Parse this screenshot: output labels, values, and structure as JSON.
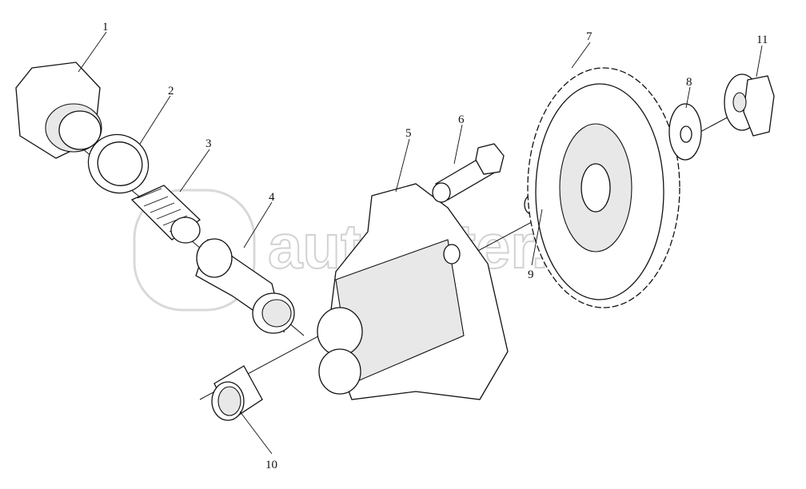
{
  "diagram": {
    "watermark": "autopiter.ru",
    "callouts": {
      "p1": "1",
      "p2": "2",
      "p3": "3",
      "p4": "4",
      "p5": "5",
      "p6": "6",
      "p7": "7",
      "p8": "8",
      "p9": "9",
      "p10": "10",
      "p11": "11"
    }
  }
}
